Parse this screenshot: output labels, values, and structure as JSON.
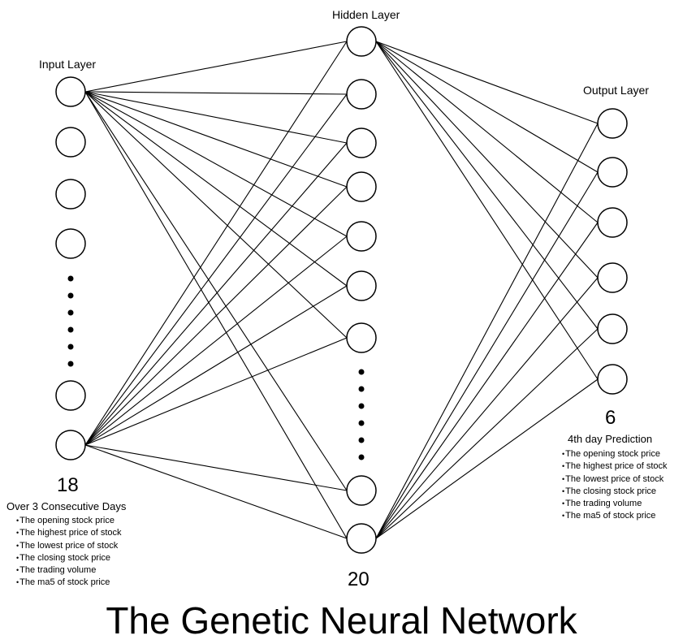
{
  "title": "The Genetic Neural Network",
  "input_layer": {
    "label": "Input Layer",
    "count": "18",
    "description": "Over 3 Consecutive Days",
    "features": [
      "The opening stock price",
      "The highest price of stock",
      "The lowest price of stock",
      "The closing stock price",
      "The trading volume",
      "The ma5 of stock price"
    ],
    "visible_nodes": 6,
    "ellipsis_dots": 6
  },
  "hidden_layer": {
    "label": "Hidden Layer",
    "count": "20",
    "visible_nodes": 9,
    "ellipsis_dots": 6
  },
  "output_layer": {
    "label": "Output Layer",
    "count": "6",
    "description": "4th day Prediction",
    "features": [
      "The opening stock price",
      "The highest price of stock",
      "The lowest price of stock",
      "The closing stock price",
      "The trading volume",
      "The ma5 of stock price"
    ],
    "visible_nodes": 6
  },
  "colors": {
    "stroke": "#000000",
    "background": "#ffffff"
  }
}
